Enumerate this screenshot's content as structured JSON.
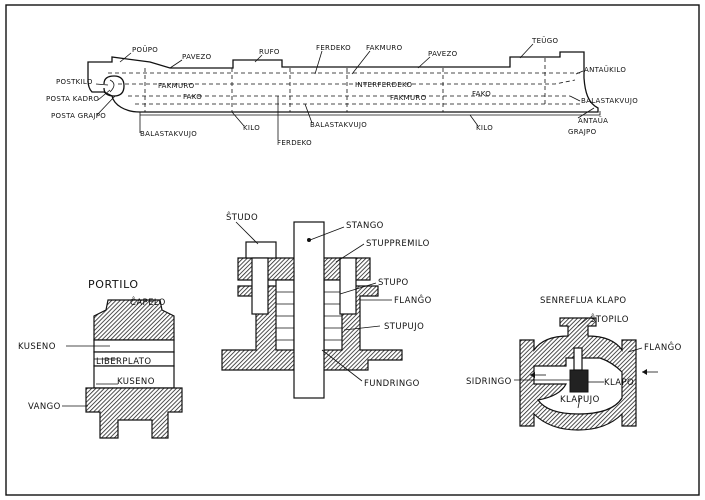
{
  "ship": {
    "labels": {
      "poupo": "POŬPO",
      "pavezo1": "PAVEZO",
      "rufo": "RUFO",
      "ferdeko_top": "FERDEKO",
      "fakmuro_top": "FAKMURO",
      "pavezo2": "PAVEZO",
      "teugo": "TEŬGO",
      "antaukilo": "ANTAŬKILO",
      "postkilo": "POSTKILO",
      "posta_kadro": "POSTA KADRO",
      "posta_grajpo": "POSTA GRAJPO",
      "fakmuro_left": "FAKMURO",
      "interferdeko": "INTERFERDEKO",
      "fako_left": "FAKO",
      "fakmuro_mid": "FAKMURO",
      "fako_right": "FAKO",
      "balastakvujo_right": "BALASTAKVUJO",
      "antaua_grajpo_1": "ANTAŬA",
      "antaua_grajpo_2": "GRAJPO",
      "balastakvujo_left": "BALASTAKVUJO",
      "kilo_left": "KILO",
      "balastakvujo_mid": "BALASTAKVUJO",
      "ferdeko_bottom": "FERDEKO",
      "kilo_right": "KILO"
    }
  },
  "porthole": {
    "title": "PORTILO",
    "labels": {
      "capelo": "ĈAPELO",
      "kuseno_left": "KUSENO",
      "liberplato": "LIBERPLATO",
      "kuseno_inner": "KUSENO",
      "vango": "VANGO"
    }
  },
  "gland": {
    "labels": {
      "studo": "ŜTUDO",
      "stango": "STANGO",
      "stuppremilo": "STUPPREMILO",
      "stupo": "STUPO",
      "flango": "FLANĜO",
      "stupujo": "STUPUJO",
      "fundringo": "FUNDRINGO"
    }
  },
  "valve": {
    "title": "SENREFLUA KLAPO",
    "labels": {
      "stopilo": "ŜTOPILO",
      "flango": "FLANĜO",
      "sidringo": "SIDRINGO",
      "klapo": "KLAPO",
      "klapujo": "KLAPUJO"
    }
  }
}
